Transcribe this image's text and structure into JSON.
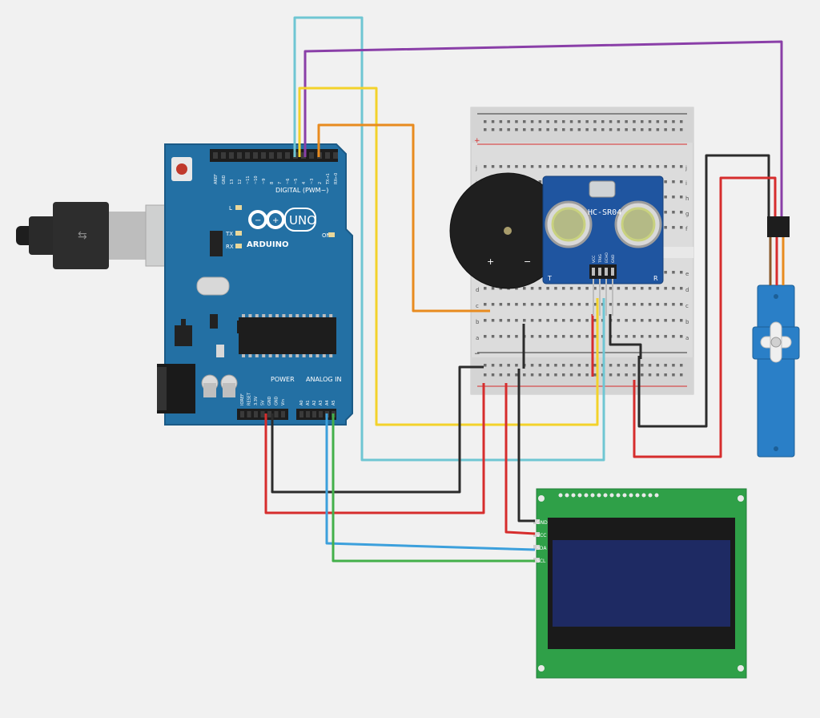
{
  "arduino": {
    "brand": "ARDUINO",
    "model": "UNO",
    "digital_label": "DIGITAL (PWM~)",
    "power_label": "POWER",
    "analog_label": "ANALOG IN",
    "on_label": "ON",
    "led_labels": [
      "L",
      "TX",
      "RX"
    ],
    "top_pin_labels": [
      "AREF",
      "GND",
      "13",
      "12",
      "~11",
      "~10",
      "~9",
      "8",
      "7",
      "~6",
      "~5",
      "4",
      "~3",
      "2",
      "TX→1",
      "RX←0"
    ],
    "power_pin_labels": [
      "IOREF",
      "RESET",
      "3.3V",
      "5V",
      "GND",
      "GND",
      "Vin"
    ],
    "analog_pin_labels": [
      "A0",
      "A1",
      "A2",
      "A3",
      "A4",
      "A5"
    ]
  },
  "ultrasonic": {
    "model": "HC-SR04",
    "pins": [
      "VCC",
      "TRIG",
      "ECHO",
      "GND"
    ],
    "t_label": "T",
    "r_label": "R"
  },
  "buzzer": {
    "plus": "+",
    "minus": "−"
  },
  "breadboard": {
    "row_letters_top": [
      "j",
      "i",
      "h",
      "g",
      "f"
    ],
    "row_letters_bottom": [
      "e",
      "d",
      "c",
      "b",
      "a"
    ],
    "rail_plus": "+",
    "rail_minus": "−"
  },
  "lcd": {
    "pins": [
      "GND",
      "VCC",
      "SDA",
      "SCL"
    ]
  },
  "wires": {
    "colors": {
      "cyan": "#6fc6d3",
      "purple": "#8a3fa8",
      "yellow": "#f3d22b",
      "orange": "#e88b1f",
      "black": "#2b2b2b",
      "red": "#d62d2d",
      "blue": "#3ca0dc",
      "green": "#43b04a"
    }
  },
  "board_colors": {
    "arduino": "#2370a4",
    "hc_sr04": "#1f55a0",
    "lcd_pcb": "#2fa048",
    "lcd_screen": "#1e2a63",
    "servo": "#2a7fc7"
  }
}
